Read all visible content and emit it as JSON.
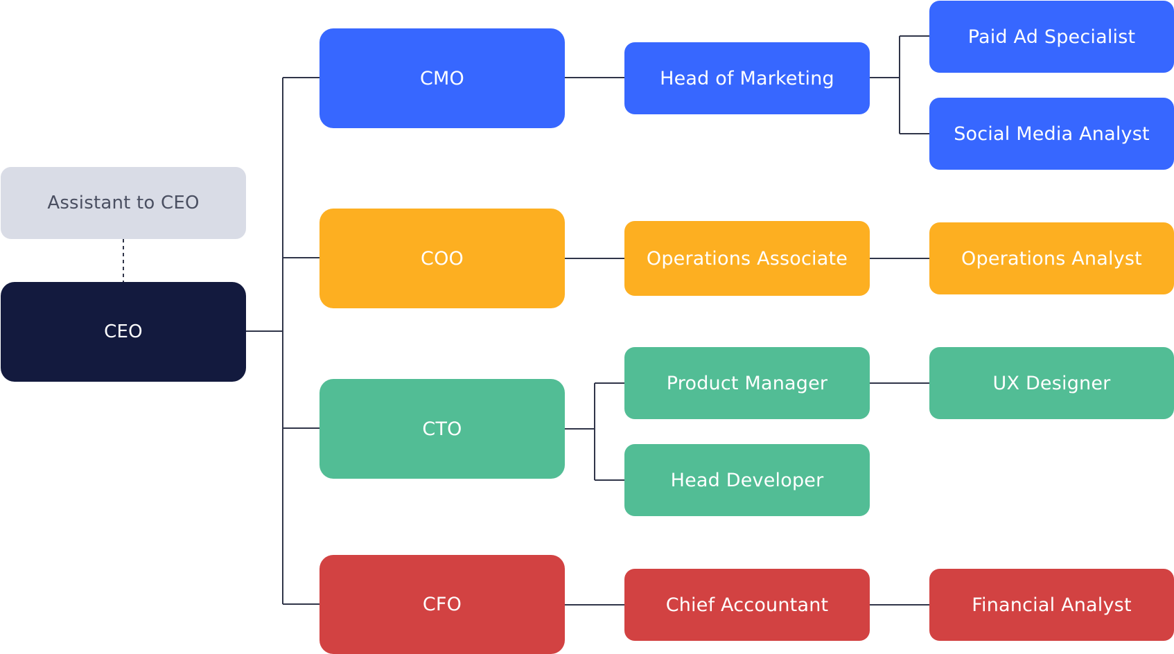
{
  "colors": {
    "navy": "#131A3E",
    "gray": "#D9DCE6",
    "gray_text": "#4A4F61",
    "blue": "#3767FF",
    "orange": "#FDAF21",
    "green": "#52BD95",
    "red": "#D24242",
    "line": "#2F3448"
  },
  "nodes": {
    "assistant": "Assistant to CEO",
    "ceo": "CEO",
    "cmo": "CMO",
    "coo": "COO",
    "cto": "CTO",
    "cfo": "CFO",
    "head_marketing": "Head of Marketing",
    "paid_ad": "Paid Ad Specialist",
    "social_media": "Social Media Analyst",
    "ops_associate": "Operations Associate",
    "ops_analyst": "Operations Analyst",
    "product_manager": "Product Manager",
    "ux_designer": "UX Designer",
    "head_developer": "Head Developer",
    "chief_accountant": "Chief Accountant",
    "financial_analyst": "Financial Analyst"
  }
}
